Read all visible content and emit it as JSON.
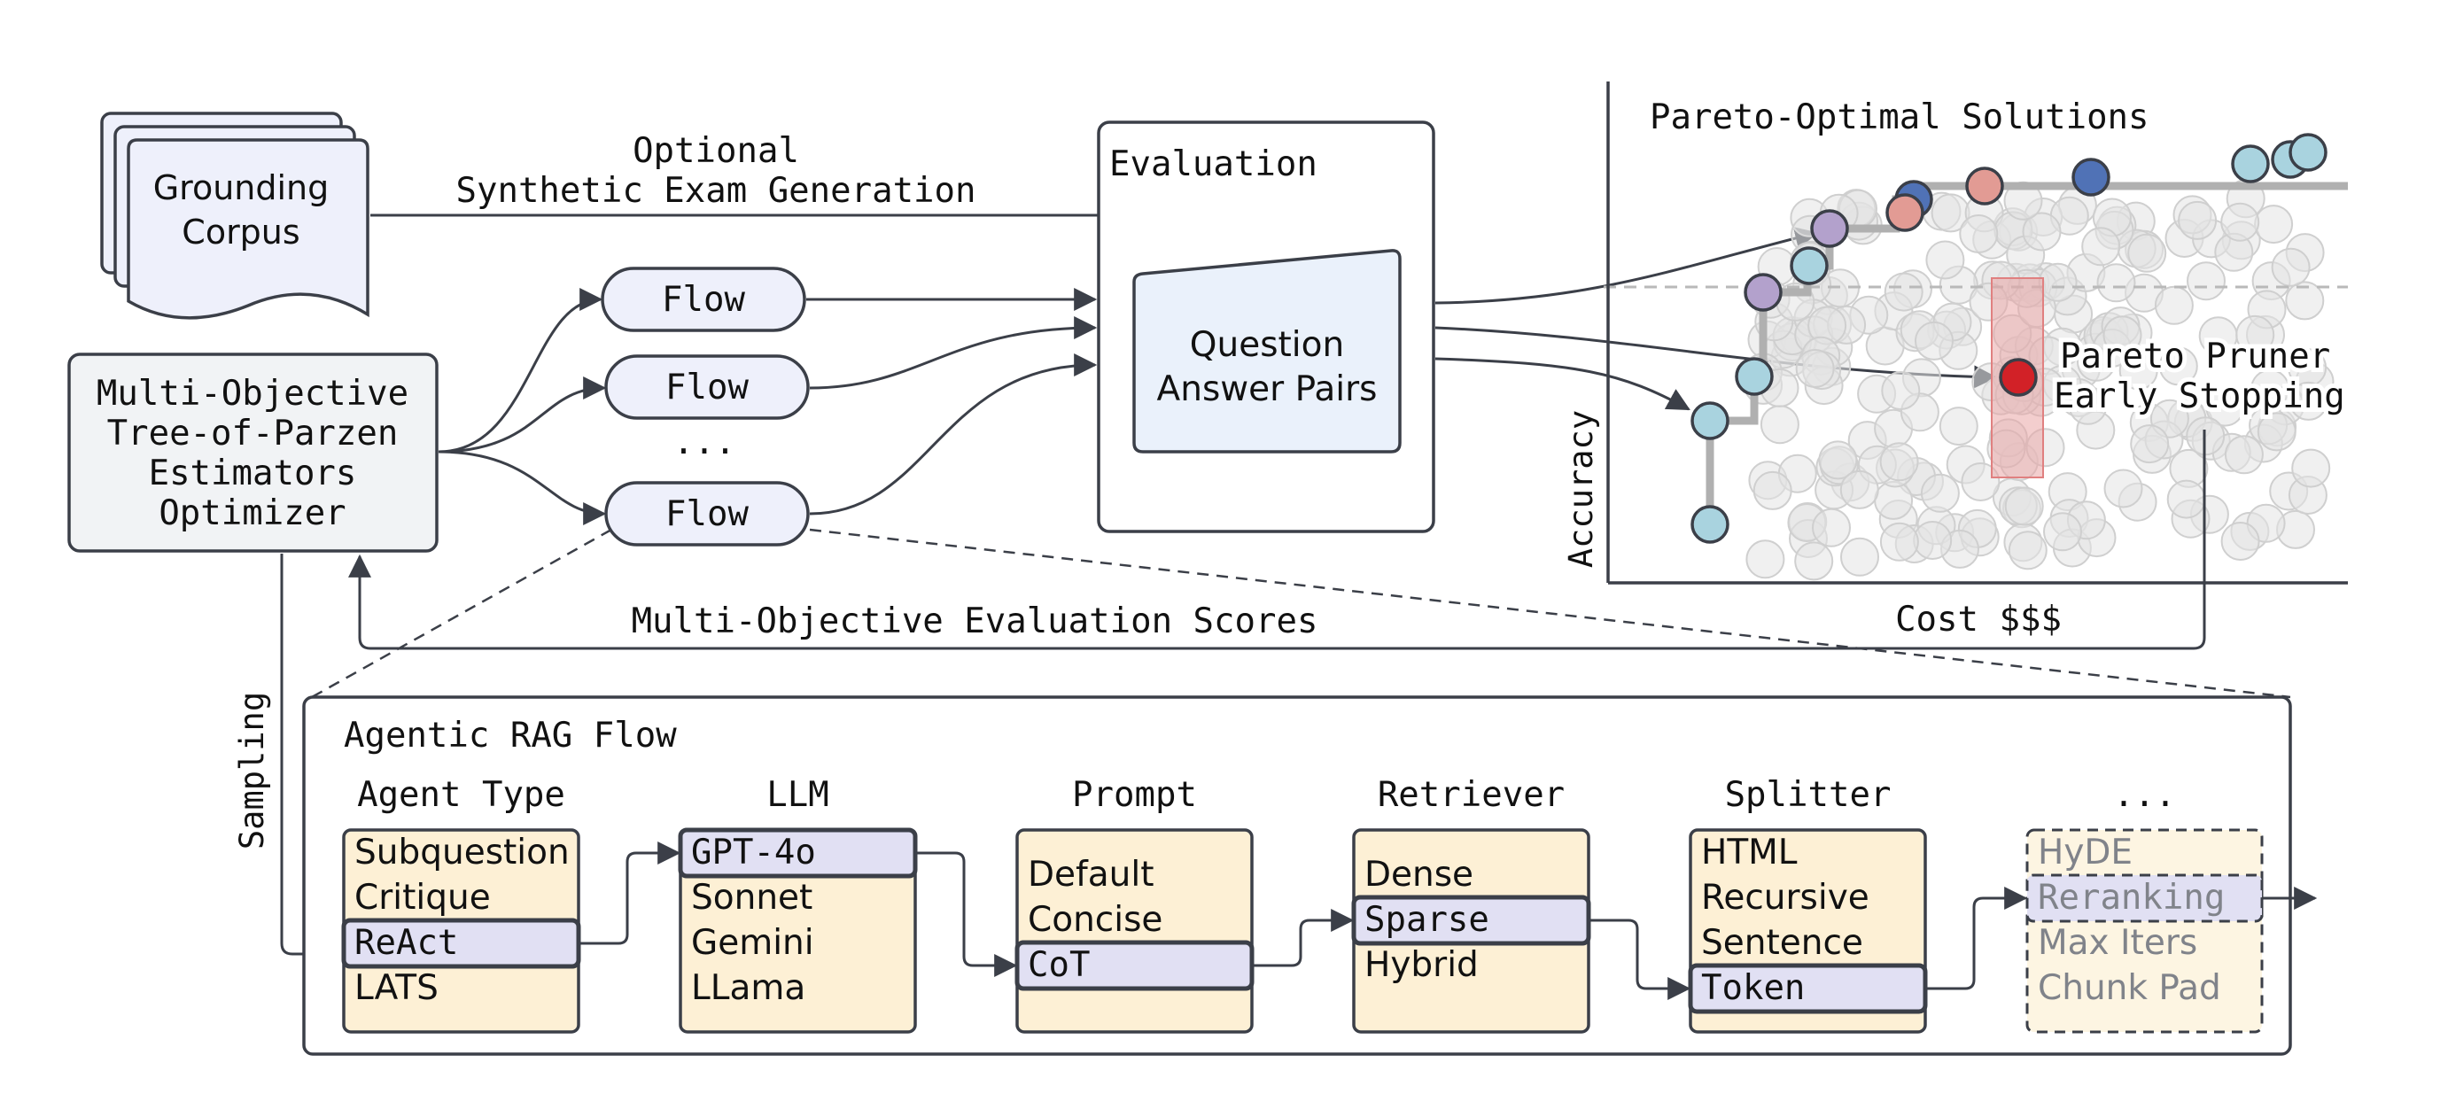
{
  "corpus": {
    "line1": "Grounding",
    "line2": "Corpus"
  },
  "synthetic": {
    "line1": "Optional",
    "line2": "Synthetic Exam Generation"
  },
  "optimizer": {
    "lines": [
      "Multi-Objective",
      "Tree-of-Parzen",
      "Estimators",
      "Optimizer"
    ]
  },
  "flows": {
    "labels": [
      "Flow",
      "Flow",
      "Flow"
    ],
    "ellipsis": "..."
  },
  "evaluation": {
    "title": "Evaluation",
    "qa_line1": "Question",
    "qa_line2": "Answer Pairs"
  },
  "feedback": {
    "label": "Multi-Objective Evaluation Scores",
    "sampling": "Sampling"
  },
  "pareto": {
    "title": "Pareto-Optimal Solutions",
    "pruner_line1": "Pareto Pruner",
    "pruner_line2": "Early Stopping",
    "xlabel": "Cost $$$",
    "ylabel": "Accuracy"
  },
  "rag": {
    "title": "Agentic RAG Flow",
    "columns": [
      {
        "header": "Agent Type",
        "items": [
          "Subquestion",
          "Critique",
          "ReAct",
          "LATS"
        ],
        "selected": 2
      },
      {
        "header": "LLM",
        "items": [
          "GPT-4o",
          "Sonnet",
          "Gemini",
          "LLama"
        ],
        "selected": 0
      },
      {
        "header": "Prompt",
        "items": [
          "Default",
          "Concise",
          "CoT"
        ],
        "selected": 2
      },
      {
        "header": "Retriever",
        "items": [
          "Dense",
          "Sparse",
          "Hybrid"
        ],
        "selected": 1
      },
      {
        "header": "Splitter",
        "items": [
          "HTML",
          "Recursive",
          "Sentence",
          "Token"
        ],
        "selected": 3
      },
      {
        "header": "...",
        "items": [
          "HyDE",
          "Reranking",
          "Max Iters",
          "Chunk Pad"
        ],
        "selected": 1
      }
    ]
  },
  "colors": {
    "stroke": "#3b3f48",
    "option_fill": "#fdf0d5",
    "selected_fill": "#e1e0f3",
    "flow_fill": "#eef0fb",
    "qa_fill": "#eaf1fb",
    "optimizer_fill": "#f1f3f5",
    "light_blue_point": "#a9d3df",
    "purple_point": "#b3a1cc",
    "pink_point": "#e29b94",
    "dark_blue_point": "#5072b6",
    "red_point": "#d22127",
    "prune_band": "#eaa5a5"
  }
}
